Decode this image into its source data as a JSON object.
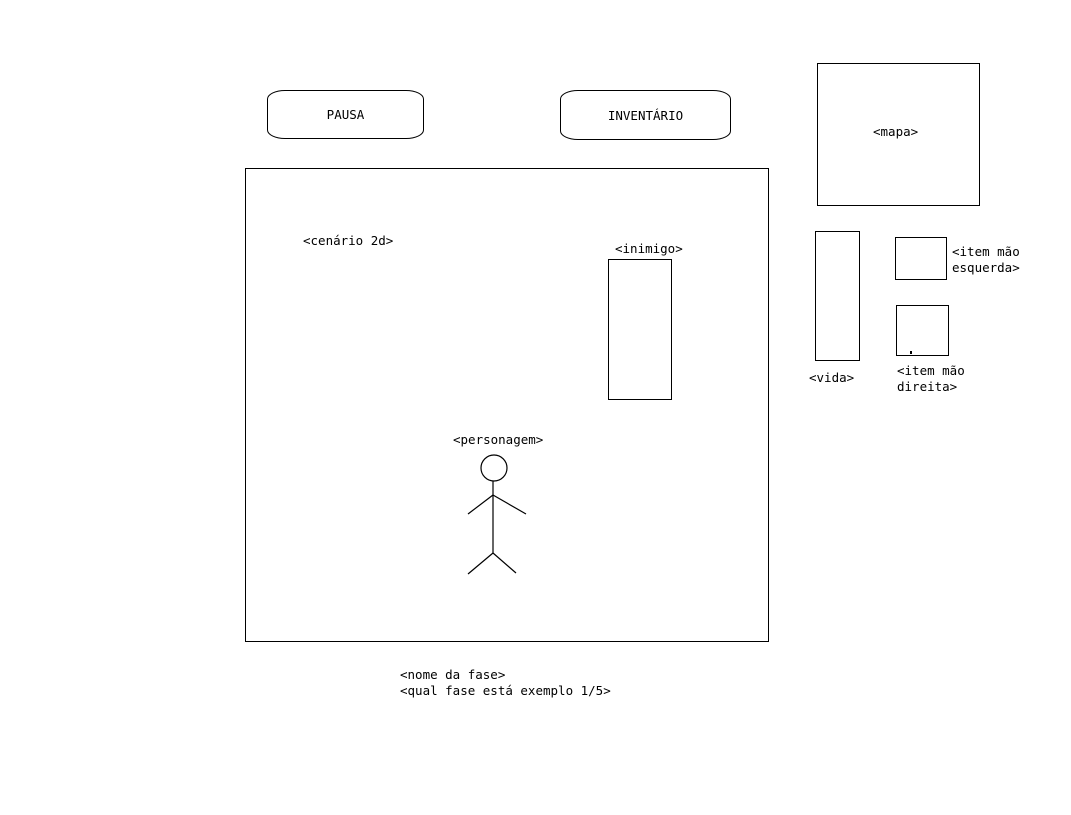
{
  "buttons": {
    "pause": "PAUSA",
    "inventory": "INVENTÁRIO"
  },
  "map_label": "<mapa>",
  "scene_label": "<cenário 2d>",
  "enemy_label": "<inimigo>",
  "character_label": "<personagem>",
  "health_label": "<vida>",
  "left_hand_item_label": "<item mão\nesquerda>",
  "right_hand_item_label": "<item mão\ndireita>",
  "level_name_label": "<nome da fase>",
  "level_progress_label": "<qual fase está exemplo 1/5>"
}
